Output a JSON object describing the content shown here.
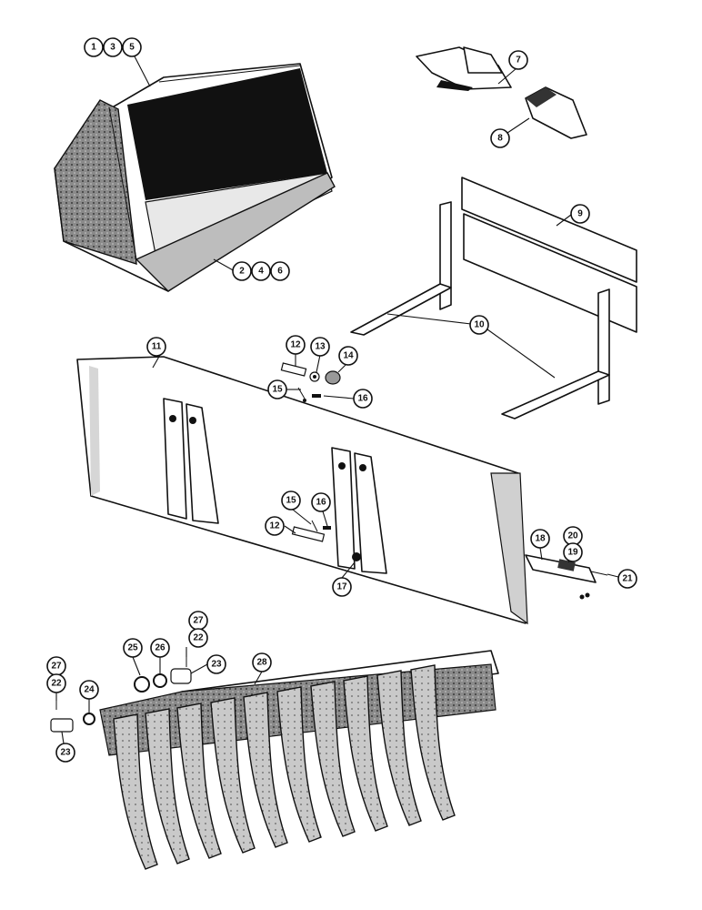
{
  "callouts": [
    {
      "id": "c1",
      "label": "1"
    },
    {
      "id": "c3",
      "label": "3"
    },
    {
      "id": "c5",
      "label": "5"
    },
    {
      "id": "c2",
      "label": "2"
    },
    {
      "id": "c4",
      "label": "4"
    },
    {
      "id": "c6",
      "label": "6"
    },
    {
      "id": "c7",
      "label": "7"
    },
    {
      "id": "c8",
      "label": "8"
    },
    {
      "id": "c9",
      "label": "9"
    },
    {
      "id": "c10",
      "label": "10"
    },
    {
      "id": "c11",
      "label": "11"
    },
    {
      "id": "c12a",
      "label": "12"
    },
    {
      "id": "c13",
      "label": "13"
    },
    {
      "id": "c14",
      "label": "14"
    },
    {
      "id": "c15a",
      "label": "15"
    },
    {
      "id": "c16a",
      "label": "16"
    },
    {
      "id": "c15b",
      "label": "15"
    },
    {
      "id": "c16b",
      "label": "16"
    },
    {
      "id": "c12b",
      "label": "12"
    },
    {
      "id": "c17",
      "label": "17"
    },
    {
      "id": "c18",
      "label": "18"
    },
    {
      "id": "c20",
      "label": "20"
    },
    {
      "id": "c19",
      "label": "19"
    },
    {
      "id": "c21",
      "label": "21"
    },
    {
      "id": "c27a",
      "label": "27"
    },
    {
      "id": "c22a",
      "label": "22"
    },
    {
      "id": "c25",
      "label": "25"
    },
    {
      "id": "c26",
      "label": "26"
    },
    {
      "id": "c23a",
      "label": "23"
    },
    {
      "id": "c28",
      "label": "28"
    },
    {
      "id": "c27b",
      "label": "27"
    },
    {
      "id": "c22b",
      "label": "22"
    },
    {
      "id": "c24",
      "label": "24"
    },
    {
      "id": "c23b",
      "label": "23"
    }
  ]
}
